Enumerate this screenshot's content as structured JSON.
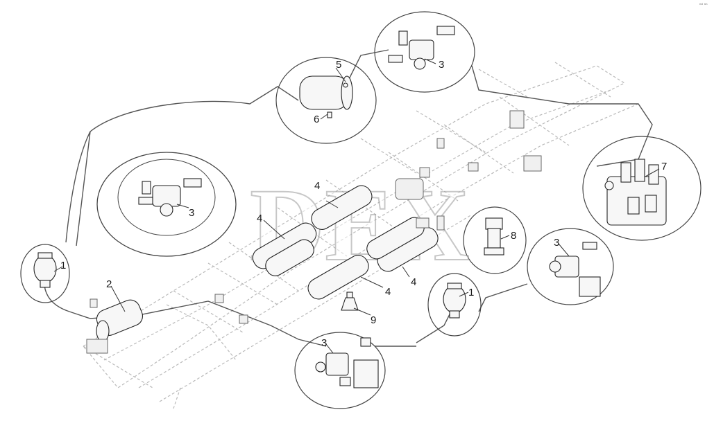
{
  "corner_mark": "ⁿᵈ ⁿⁿ",
  "watermark": "DEX",
  "callouts": {
    "c1_left": "1",
    "c1_right": "1",
    "c2": "2",
    "c3_top": "3",
    "c3_mid_left": "3",
    "c3_right": "3",
    "c3_bottom": "3",
    "c4_a": "4",
    "c4_b": "4",
    "c4_c": "4",
    "c4_d": "4",
    "c5": "5",
    "c6": "6",
    "c7": "7",
    "c8": "8",
    "c9": "9"
  }
}
